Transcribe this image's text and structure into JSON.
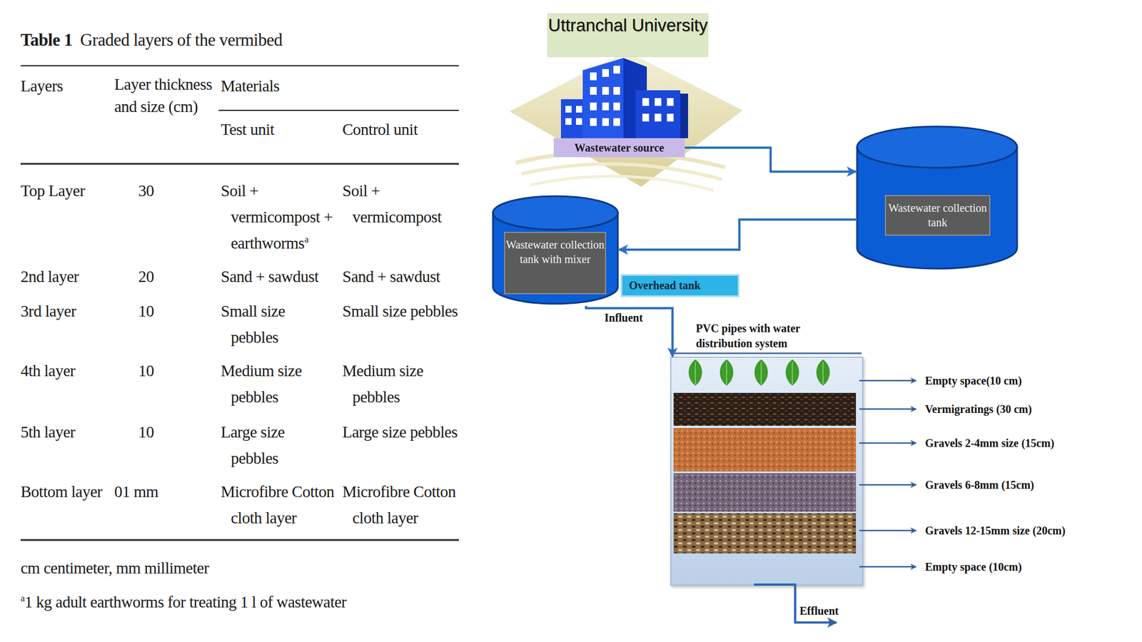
{
  "diagram": {
    "nodes": [
      {
        "text": [
          "Uttranchal University"
        ]
      },
      {
        "text": [
          "Wastewater source"
        ]
      },
      {
        "text": [
          "Wastewater collection tank"
        ]
      },
      {
        "text": [
          "Wastewater collection tank with mixer"
        ]
      },
      {
        "text": [
          "Overhead tank"
        ]
      },
      {
        "text": [
          "PVC pipes with water distribution system"
        ]
      }
    ],
    "edges": [
      {
        "from": 1,
        "to": 2,
        "arrow": "to"
      },
      {
        "from": 2,
        "to": 3,
        "arrow": "to"
      },
      {
        "from": 3,
        "to": 5,
        "label": "Influent",
        "arrow": "to"
      }
    ],
    "labels": [
      "Table 1",
      "Graded layers of the vermibed",
      "Layers",
      "Layer thickness and size (cm)",
      "Materials",
      "Test unit",
      "Control unit",
      "Top Layer",
      "30",
      "Soil + vermicompost + earthworms",
      "a",
      "Soil + vermicompost",
      "2nd layer",
      "20",
      "Sand + sawdust",
      "Sand + sawdust",
      "3rd layer",
      "10",
      "Small size pebbles",
      "Small size pebbles",
      "4th layer",
      "10",
      "Medium size pebbles",
      "Medium size pebbles",
      "5th layer",
      "10",
      "Large size pebbles",
      "Large size pebbles",
      "Bottom layer",
      "01 mm",
      "Microfibre Cotton cloth layer",
      "Microfibre Cotton cloth layer",
      "cm centimeter, mm millimeter",
      "a",
      "1 kg adult earthworms for treating 1 l of wastewater",
      "Empty space(10 cm)",
      "Vermigratings (30 cm)",
      "Gravels 2-4mm size (15cm)",
      "Gravels 6-8mm (15cm)",
      "Gravels 12-15mm size (20cm)",
      "Empty space (10cm)",
      "Effluent"
    ]
  }
}
